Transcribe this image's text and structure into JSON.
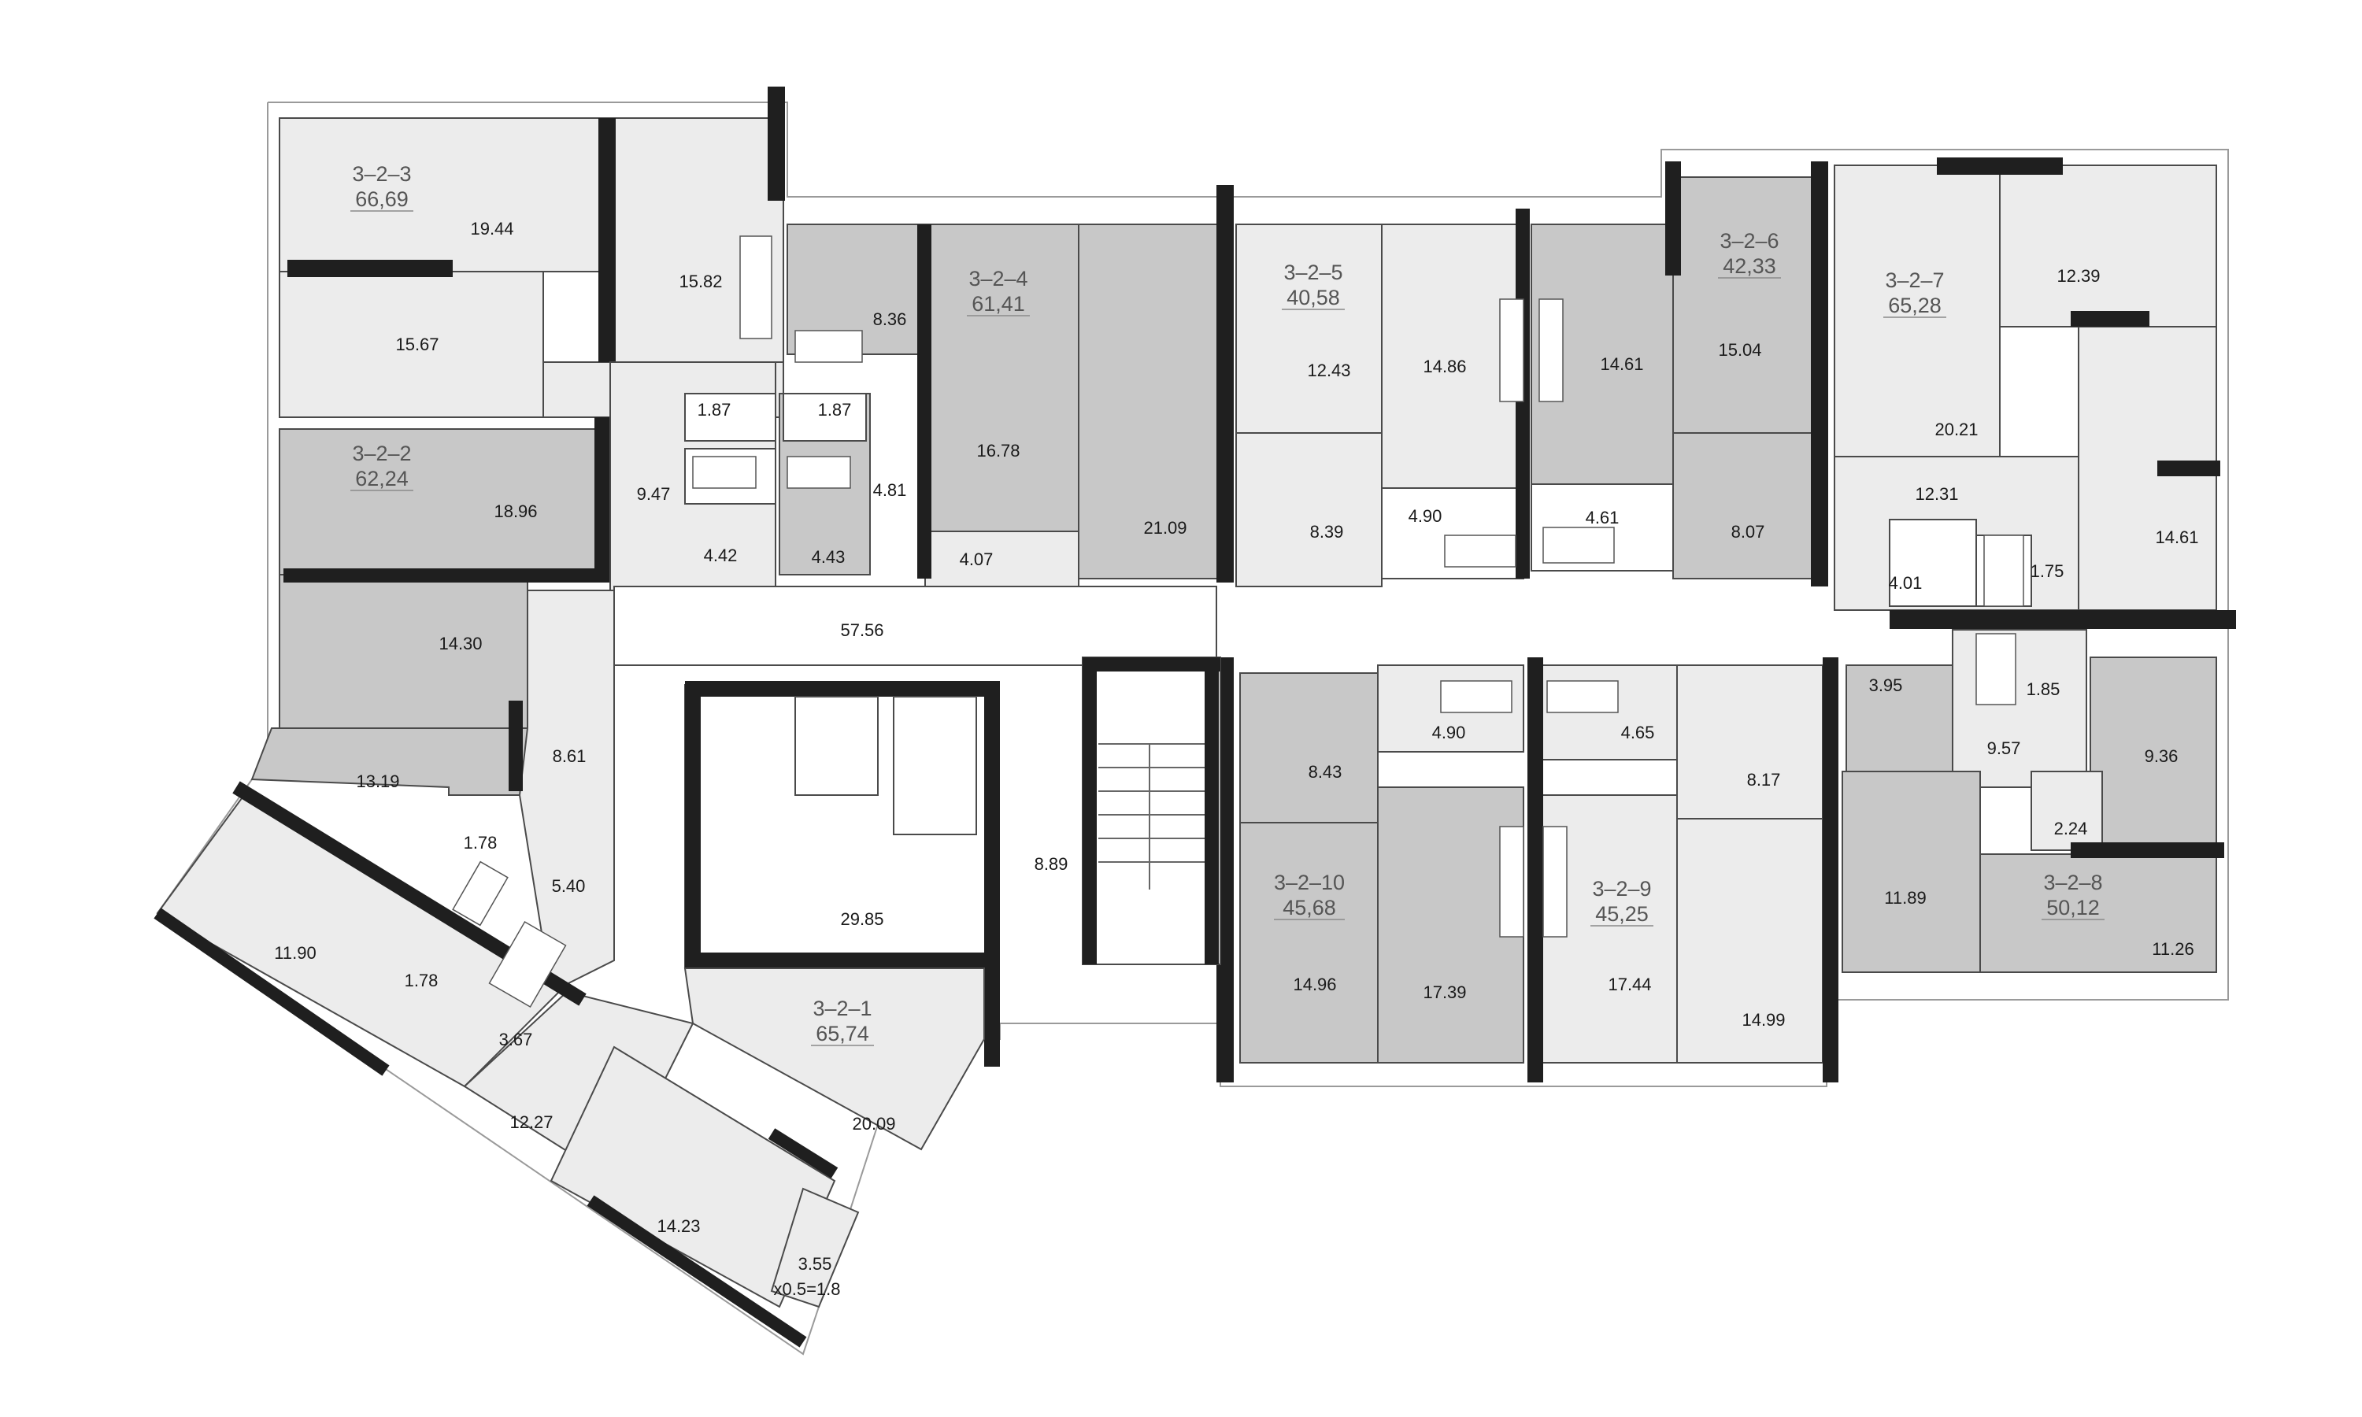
{
  "apartments": [
    {
      "id": "3-2-1",
      "label": "3–2–1",
      "area": "65,74"
    },
    {
      "id": "3-2-2",
      "label": "3–2–2",
      "area": "62,24"
    },
    {
      "id": "3-2-3",
      "label": "3–2–3",
      "area": "66,69"
    },
    {
      "id": "3-2-4",
      "label": "3–2–4",
      "area": "61,41"
    },
    {
      "id": "3-2-5",
      "label": "3–2–5",
      "area": "40,58"
    },
    {
      "id": "3-2-6",
      "label": "3–2–6",
      "area": "42,33"
    },
    {
      "id": "3-2-7",
      "label": "3–2–7",
      "area": "65,28"
    },
    {
      "id": "3-2-8",
      "label": "3–2–8",
      "area": "50,12"
    },
    {
      "id": "3-2-9",
      "label": "3–2–9",
      "area": "45,25"
    },
    {
      "id": "3-2-10",
      "label": "3–2–10",
      "area": "45,68"
    }
  ],
  "room_areas": {
    "a3_bed1": "19.44",
    "a3_bed2": "15.67",
    "a3_kitchen": "15.82",
    "a2_bed1": "18.96",
    "a2_bed2": "14.30",
    "a2_hall": "9.47",
    "a2_bath": "4.42",
    "a2_wc": "1.87",
    "a4_kitchen": "8.36",
    "a4_bed": "16.78",
    "a4_living": "21.09",
    "a4_hall": "4.81",
    "a4_bath": "4.43",
    "a4_entry": "4.07",
    "a4_wc": "1.87",
    "corridor": "57.56",
    "a5_room": "12.43",
    "a5_kitchen": "14.86",
    "a5_hall": "8.39",
    "a5_bath": "4.90",
    "a6_kitchen": "14.61",
    "a6_room": "15.04",
    "a6_hall": "8.07",
    "a6_bath": "4.61",
    "a7_room1": "12.39",
    "a7_room2": "20.21",
    "a7_hall": "12.31",
    "a7_room3": "14.61",
    "a7_bath": "4.01",
    "a7_wc": "1.75",
    "a8_bath": "3.95",
    "a8_wc": "1.85",
    "a8_hall": "9.57",
    "a8_kitchen": "9.36",
    "a8_store": "2.24",
    "a8_room1": "11.89",
    "a8_room2": "11.26",
    "a9_bath": "4.65",
    "a9_hall": "8.17",
    "a9_room": "17.44",
    "a9_room2": "14.99",
    "a10_bath": "4.90",
    "a10_hall": "8.43",
    "a10_room": "14.96",
    "a10_room2": "17.39",
    "a1_hall": "8.61",
    "a1_kitchen": "13.19",
    "a1_wc": "1.78",
    "a1_bath": "5.40",
    "a1_room": "11.90",
    "a1_wc2": "1.78",
    "a1_bath2": "3.67",
    "a1_living": "20.09",
    "a1_bed": "12.27",
    "a1_bed2": "14.23",
    "balcony": "3.55",
    "balcony_note": "x0.5=1.8",
    "stair_hall": "8.89",
    "lift_hall": "29.85"
  }
}
